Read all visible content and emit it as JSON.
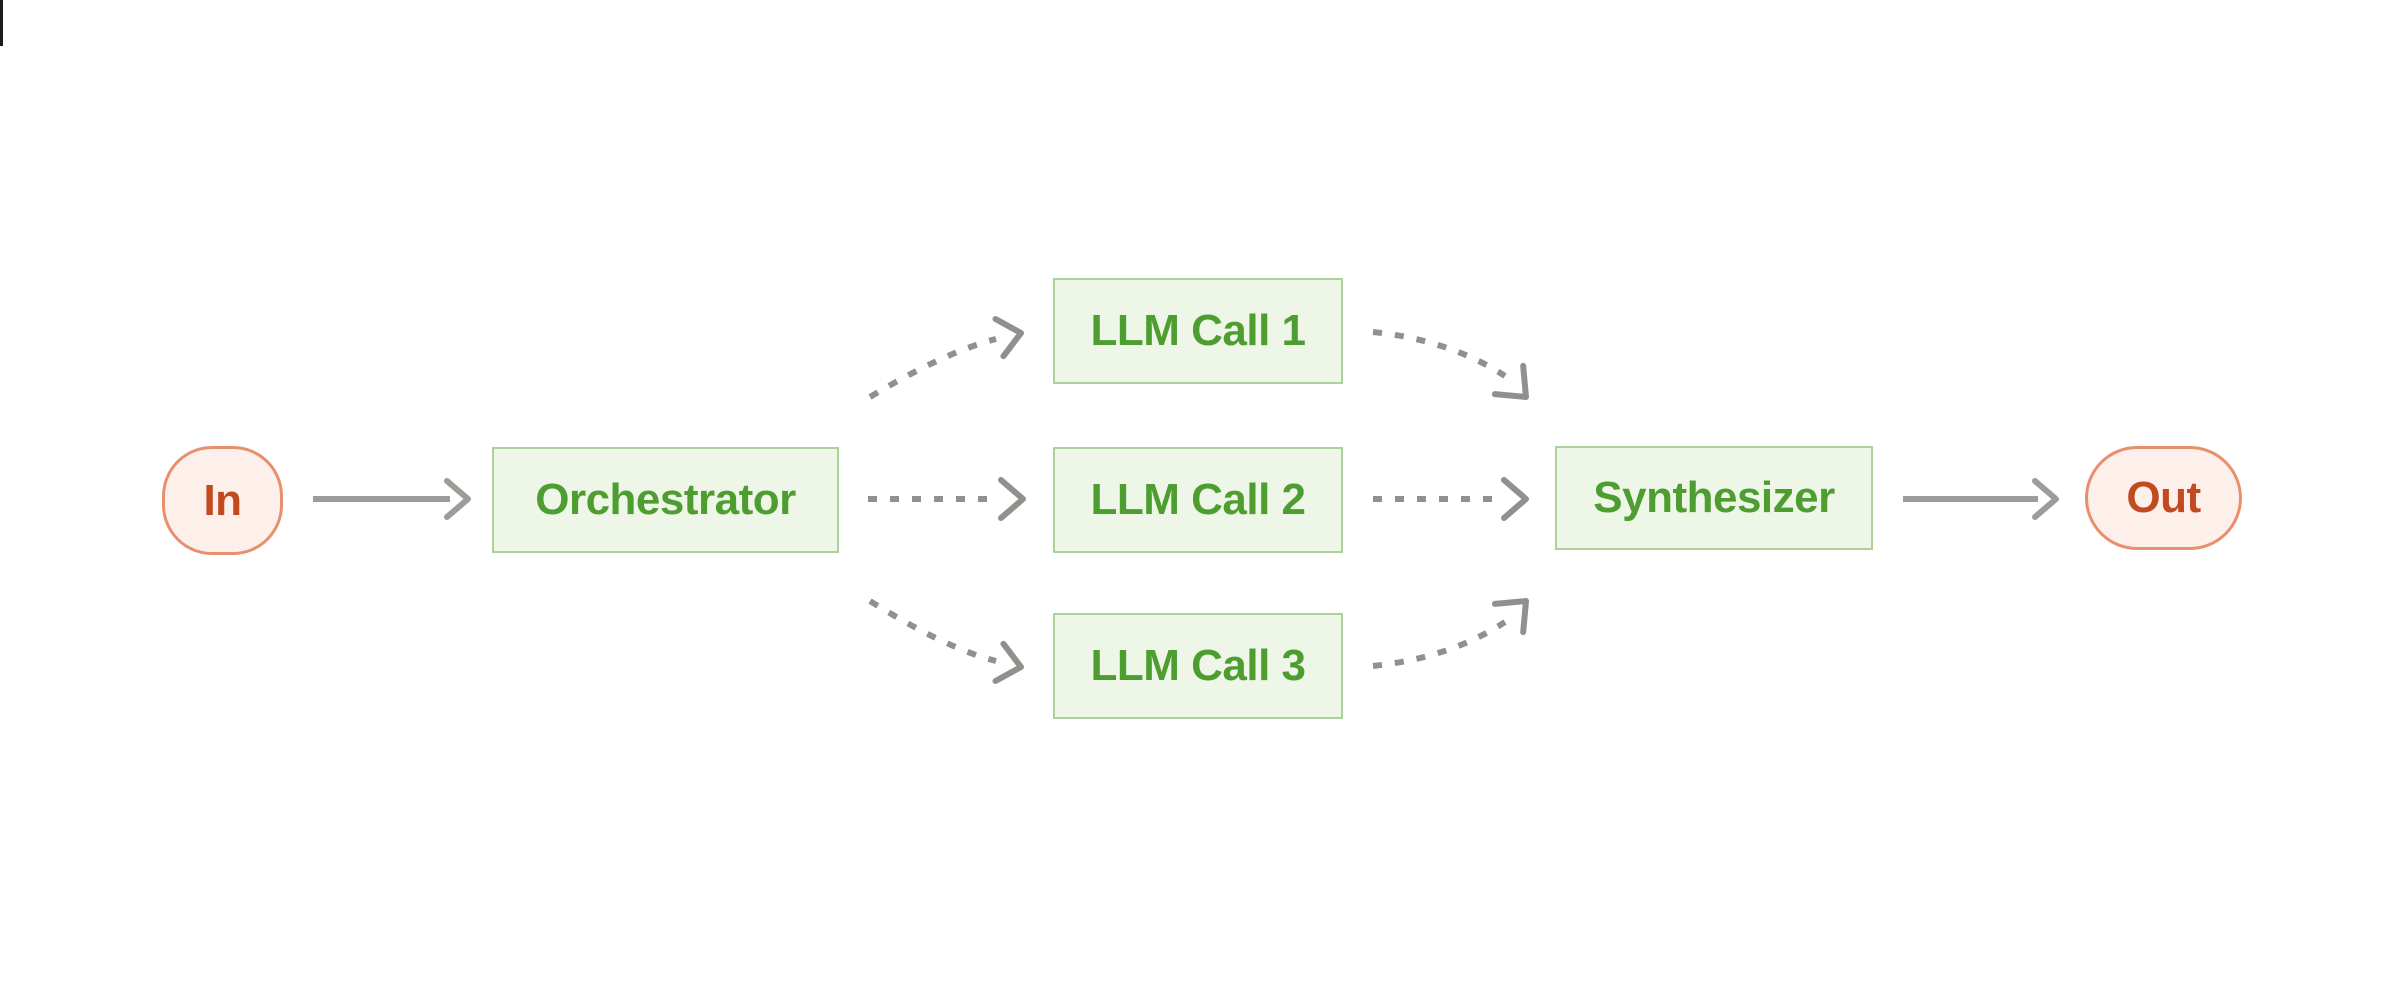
{
  "colors": {
    "background": "#ffffff",
    "node_green_fill": "#eef6e8",
    "node_green_border": "#abd299",
    "node_green_text": "#4e9d31",
    "terminal_fill": "#fdf0ea",
    "terminal_border": "#e8906e",
    "terminal_text": "#c24a21",
    "arrow_solid": "#9c9c98",
    "arrow_dashed": "#90908c",
    "edge_mark": "#1c1c1c"
  },
  "nodes": {
    "input": {
      "label": "In",
      "shape": "pill",
      "color": "peach"
    },
    "orchestrator": {
      "label": "Orchestrator",
      "shape": "rect",
      "color": "green"
    },
    "llm_call_1": {
      "label": "LLM Call 1",
      "shape": "rect",
      "color": "green"
    },
    "llm_call_2": {
      "label": "LLM Call 2",
      "shape": "rect",
      "color": "green"
    },
    "llm_call_3": {
      "label": "LLM Call 3",
      "shape": "rect",
      "color": "green"
    },
    "synthesizer": {
      "label": "Synthesizer",
      "shape": "rect",
      "color": "green"
    },
    "output": {
      "label": "Out",
      "shape": "pill",
      "color": "peach"
    }
  },
  "edges": [
    {
      "from": "input",
      "to": "orchestrator",
      "style": "solid",
      "shape": "straight"
    },
    {
      "from": "orchestrator",
      "to": "llm_call_1",
      "style": "dashed",
      "shape": "curved-up"
    },
    {
      "from": "orchestrator",
      "to": "llm_call_2",
      "style": "dashed",
      "shape": "straight"
    },
    {
      "from": "orchestrator",
      "to": "llm_call_3",
      "style": "dashed",
      "shape": "curved-down"
    },
    {
      "from": "llm_call_1",
      "to": "synthesizer",
      "style": "dashed",
      "shape": "curved-down"
    },
    {
      "from": "llm_call_2",
      "to": "synthesizer",
      "style": "dashed",
      "shape": "straight"
    },
    {
      "from": "llm_call_3",
      "to": "synthesizer",
      "style": "dashed",
      "shape": "curved-up"
    },
    {
      "from": "synthesizer",
      "to": "output",
      "style": "solid",
      "shape": "straight"
    }
  ]
}
